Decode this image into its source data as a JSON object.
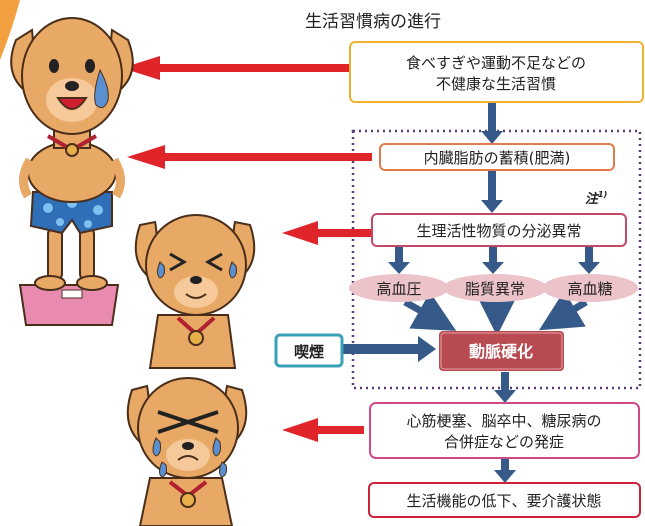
{
  "title": "生活習慣病の進行",
  "note": {
    "label": "注",
    "superscript": "1)"
  },
  "boxes": {
    "lifestyle": {
      "line1": "食べすぎや運動不足などの",
      "line2": "不健康な生活習慣",
      "border": "#f0b030"
    },
    "visceral_fat": {
      "text": "内臓脂肪の蓄積(肥満)",
      "border": "#e07a4a"
    },
    "secretion": {
      "text": "生理活性物質の分泌異常",
      "border": "#c04a6a"
    },
    "smoking": {
      "text": "喫煙",
      "border": "#3aa0b8"
    },
    "arteriosclerosis": {
      "text": "動脈硬化",
      "fill": "#b84a52"
    },
    "complications": {
      "line1": "心筋梗塞、脳卒中、糖尿病の",
      "line2": "合併症などの発症",
      "border": "#d04a8a"
    },
    "decline": {
      "text": "生活機能の低下、要介護状態",
      "border": "#d0203a"
    }
  },
  "ovals": [
    {
      "text": "高血圧"
    },
    {
      "text": "脂質異常"
    },
    {
      "text": "高血糖"
    }
  ],
  "colors": {
    "flow_arrow": "#355a8a",
    "red_arrow": "#e0252a",
    "oval_fill": "#ecc3c9",
    "dotted_frame": "#5a3a7a",
    "dog_fur": "#e8a866",
    "dog_outline": "#4a2e1a",
    "shorts": "#2f6fb8",
    "scale": "#e98ab0"
  }
}
